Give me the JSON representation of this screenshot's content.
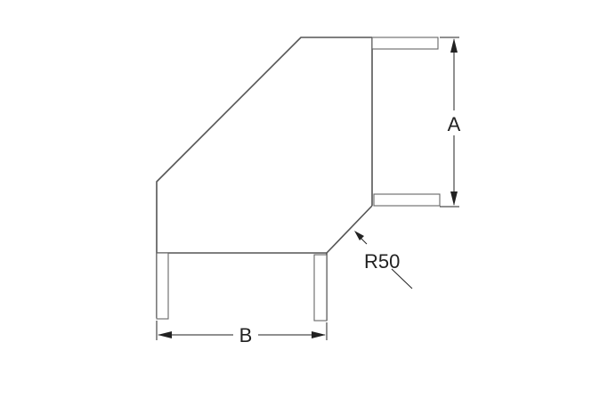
{
  "labels": {
    "dimension_a": "A",
    "dimension_b": "B",
    "radius": "R50"
  },
  "colors": {
    "outline": "#555555",
    "dimension": "#222222"
  }
}
